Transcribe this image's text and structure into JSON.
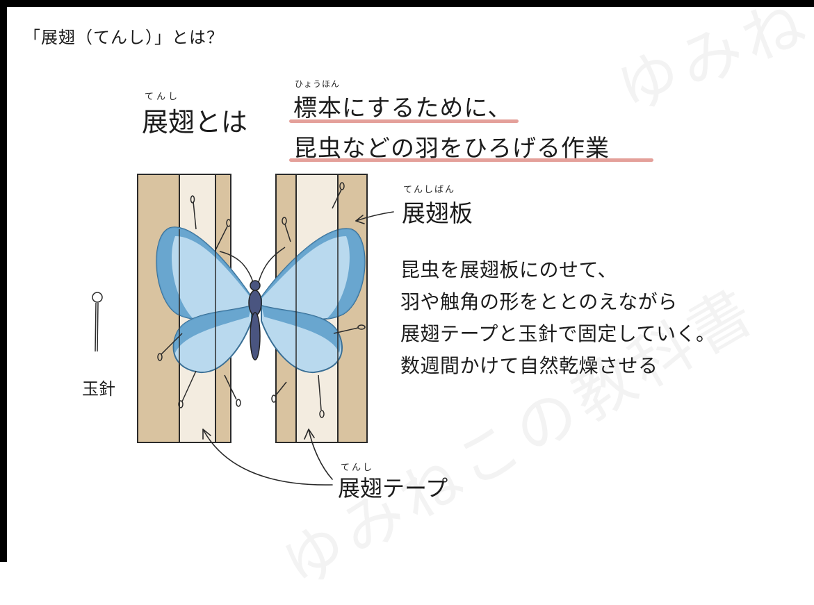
{
  "panel_title": "「展翅（てんし）」とは？",
  "definition": {
    "term": "展翅とは",
    "term_reading": "てんし",
    "reading": "ひょうほん",
    "line1": "標本にするために、",
    "line2": "昆虫などの羽をひろげる作業"
  },
  "board_label": {
    "text": "展翅板",
    "reading": "てんしばん"
  },
  "description": [
    "昆虫を展翅板にのせて、",
    "羽や触角の形をととのえながら",
    "展翅テープと玉針で固定していく。",
    "数週間かけて自然乾燥させる"
  ],
  "pin_label": "玉針",
  "tape_label": {
    "text": "展翅テープ",
    "reading": "てんし"
  },
  "watermark": [
    "ゆみね",
    "ゆみねこの教科書"
  ],
  "colors": {
    "board": "#d9c3a0",
    "tape": "#f3ece0",
    "wing_outer": "#5b9cc9",
    "wing_inner": "#b9d9ee",
    "body": "#4a5580",
    "underline": "#e4a09a"
  }
}
